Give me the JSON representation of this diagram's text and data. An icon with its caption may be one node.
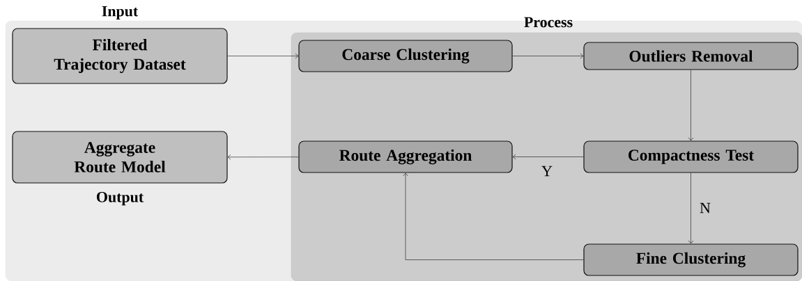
{
  "diagram": {
    "nodes": [
      {
        "text": [],
        "shape": "box"
      },
      {
        "text": [
          "Filtered Trajectory Dataset"
        ],
        "beside": [
          "Input"
        ],
        "in": 0
      },
      {
        "text": [
          "Aggregate Route Model"
        ],
        "beside": [
          "Output"
        ],
        "in": 0
      },
      {
        "text": [
          "Process"
        ],
        "in": 0
      },
      {
        "text": [
          "Coarse Clustering"
        ],
        "in": 3
      },
      {
        "text": [
          "Outliers Removal"
        ],
        "in": 3
      },
      {
        "text": [
          "Route Aggregation"
        ],
        "in": 3
      },
      {
        "text": [
          "Compactness Test"
        ],
        "in": 3
      },
      {
        "text": [
          "Fine Clustering"
        ],
        "in": 3
      }
    ],
    "edges": [
      {
        "from": 1,
        "to": 4,
        "arrow": "to"
      },
      {
        "from": 4,
        "to": 5,
        "arrow": "to"
      },
      {
        "from": 5,
        "to": 7,
        "arrow": "to"
      },
      {
        "from": 7,
        "to": 6,
        "arrow": "to",
        "label": "Y"
      },
      {
        "from": 7,
        "to": 8,
        "arrow": "to",
        "label": "N"
      },
      {
        "from": 8,
        "to": 6,
        "arrow": "to"
      },
      {
        "from": 6,
        "to": 2,
        "arrow": "to"
      }
    ]
  }
}
